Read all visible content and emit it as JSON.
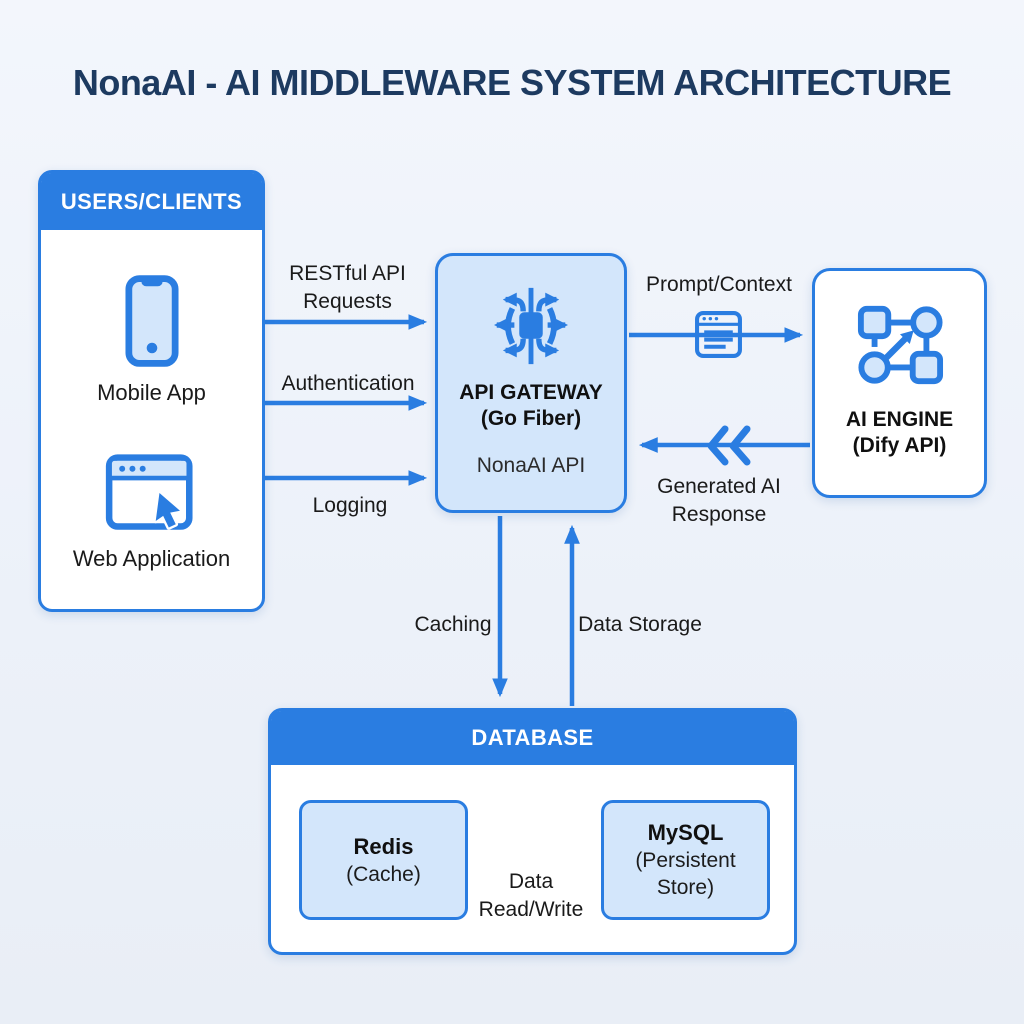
{
  "title": "NonaAI - AI MIDDLEWARE SYSTEM ARCHITECTURE",
  "colors": {
    "primary": "#2a7de1",
    "light_fill": "#d3e6fb",
    "background": "#edf2f9",
    "title_navy": "#1d3a60",
    "text_dark": "#1a1a1a",
    "header_text": "#ffffff"
  },
  "users_clients": {
    "header": "USERS/CLIENTS",
    "mobile_icon": "mobile-phone-icon",
    "mobile_label": "Mobile App",
    "web_icon": "browser-window-icon",
    "web_label": "Web Application"
  },
  "api_gateway": {
    "icon": "api-gateway-icon",
    "name": "API GATEWAY",
    "tech": "(Go Fiber)",
    "api_label": "NonaAI API"
  },
  "ai_engine": {
    "icon": "workflow-icon",
    "name": "AI ENGINE",
    "tech": "(Dify API)"
  },
  "database": {
    "header": "DATABASE",
    "redis_name": "Redis",
    "redis_sub": "(Cache)",
    "mysql_name": "MySQL",
    "mysql_sub": "(Persistent Store)"
  },
  "edges": {
    "restful": "RESTful API Requests",
    "authentication": "Authentication",
    "logging": "Logging",
    "prompt": "Prompt/Context",
    "prompt_icon": "document-window-icon",
    "generated": "Generated AI Response",
    "generated_icon": "double-chevron-icon",
    "caching": "Caching",
    "data_storage": "Data Storage",
    "read_write": "Data Read/Write"
  }
}
